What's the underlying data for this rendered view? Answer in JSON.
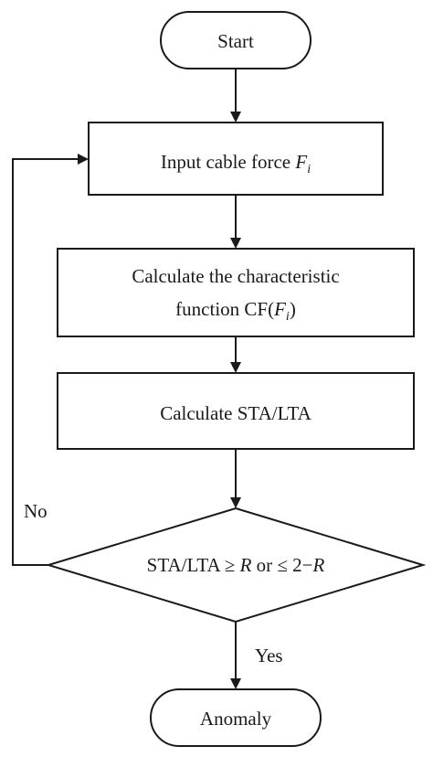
{
  "diagram": {
    "start": {
      "label": "Start"
    },
    "input": {
      "prefix": "Input cable force ",
      "var": "F",
      "sub": "i"
    },
    "calc_cf": {
      "line1": "Calculate the characteristic",
      "line2_prefix": "function CF(",
      "line2_var": "F",
      "line2_sub": "i",
      "line2_suffix": ")"
    },
    "calc_sta": {
      "label": "Calculate STA/LTA"
    },
    "decision": {
      "part1": "STA/LTA ≥ ",
      "var1": "R",
      "part2": " or ≤ 2−",
      "var2": "R"
    },
    "end": {
      "label": "Anomaly"
    },
    "edges": {
      "yes_label": "Yes",
      "no_label": "No"
    }
  },
  "colors": {
    "stroke": "#1a1a1a",
    "background": "#ffffff"
  }
}
